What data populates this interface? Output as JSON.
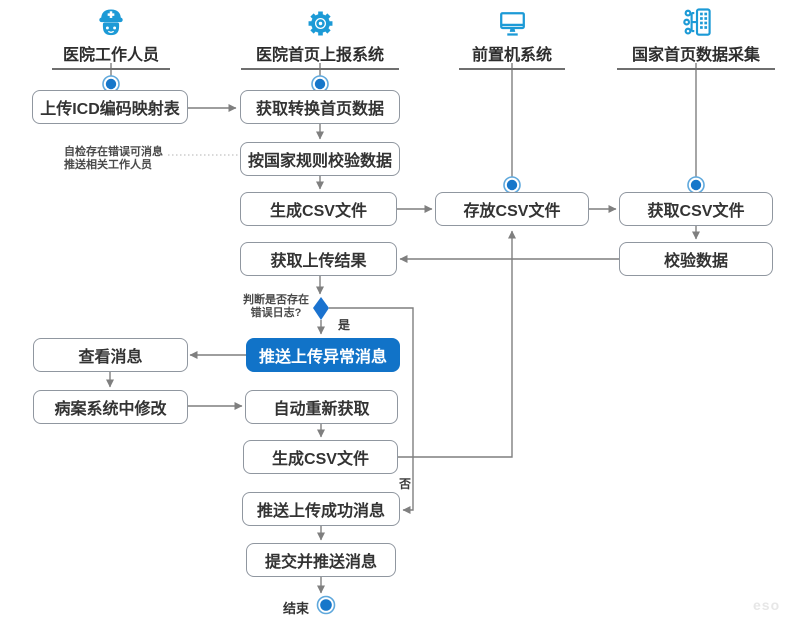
{
  "lanes": [
    {
      "label": "医院工作人员",
      "icon": "nurse-icon"
    },
    {
      "label": "医院首页上报系统",
      "icon": "gear-icon"
    },
    {
      "label": "前置机系统",
      "icon": "monitor-icon"
    },
    {
      "label": "国家首页数据采集",
      "icon": "data-collect-icon"
    }
  ],
  "nodes": {
    "upload_icd": "上传ICD编码映射表",
    "get_convert": "获取转换首页数据",
    "validate_rules": "按国家规则校验数据",
    "gen_csv_1": "生成CSV文件",
    "store_csv": "存放CSV文件",
    "fetch_csv": "获取CSV文件",
    "get_result": "获取上传结果",
    "check_data": "校验数据",
    "view_msg": "查看消息",
    "push_error": "推送上传异常消息",
    "fix_record": "病案系统中修改",
    "auto_refetch": "自动重新获取",
    "gen_csv_2": "生成CSV文件",
    "push_success": "推送上传成功消息",
    "submit_push": "提交并推送消息"
  },
  "labels": {
    "note_line1": "自检存在错误可消息",
    "note_line2": "推送相关工作人员",
    "decision_line1": "判断是否存在",
    "decision_line2": "错误日志?",
    "yes": "是",
    "no": "否",
    "end": "结束",
    "watermark": "eso"
  },
  "colors": {
    "icon_blue": "#1c9ad6",
    "node_highlight_blue": "#1173c8",
    "start_dot_blue": "#1777ca",
    "line_gray": "#7f7f7f"
  }
}
